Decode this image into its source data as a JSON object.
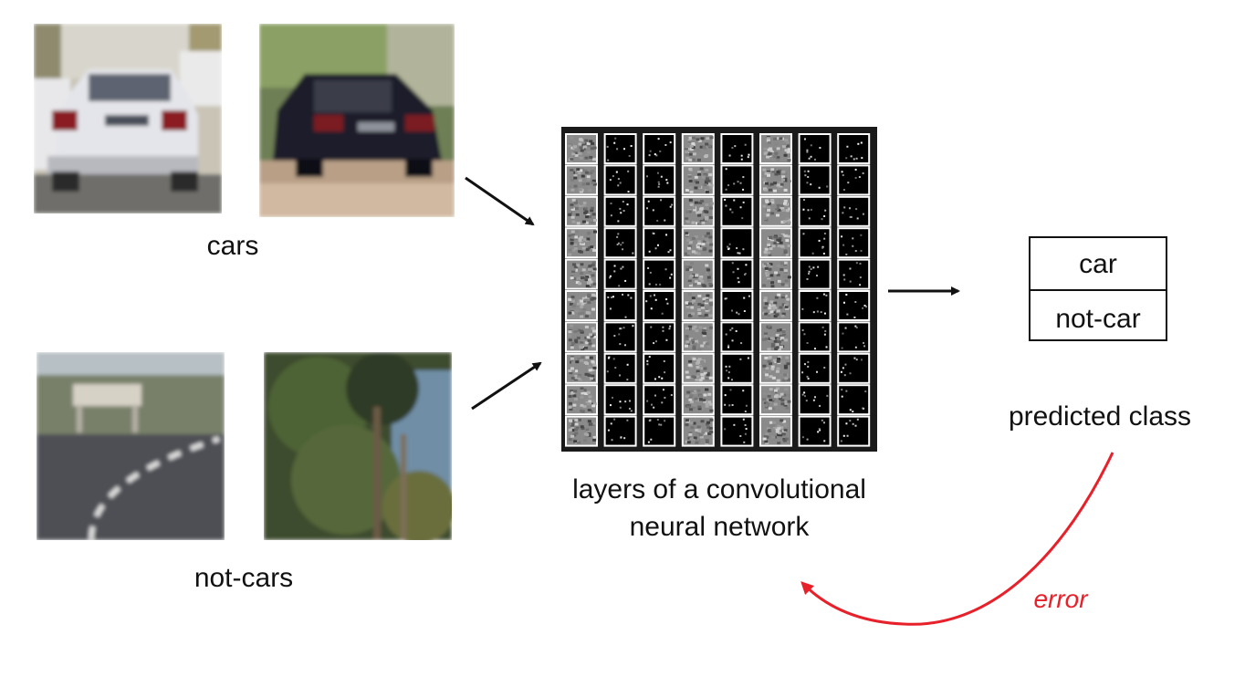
{
  "labels": {
    "cars": "cars",
    "not_cars": "not-cars",
    "cnn_line1": "layers of a convolutional",
    "cnn_line2": "neural network",
    "predicted_class": "predicted class",
    "error": "error"
  },
  "classes": [
    "car",
    "not-car"
  ],
  "colors": {
    "error": "#e8202a",
    "text": "#111111",
    "cnn_bg": "#1a1a1a"
  }
}
